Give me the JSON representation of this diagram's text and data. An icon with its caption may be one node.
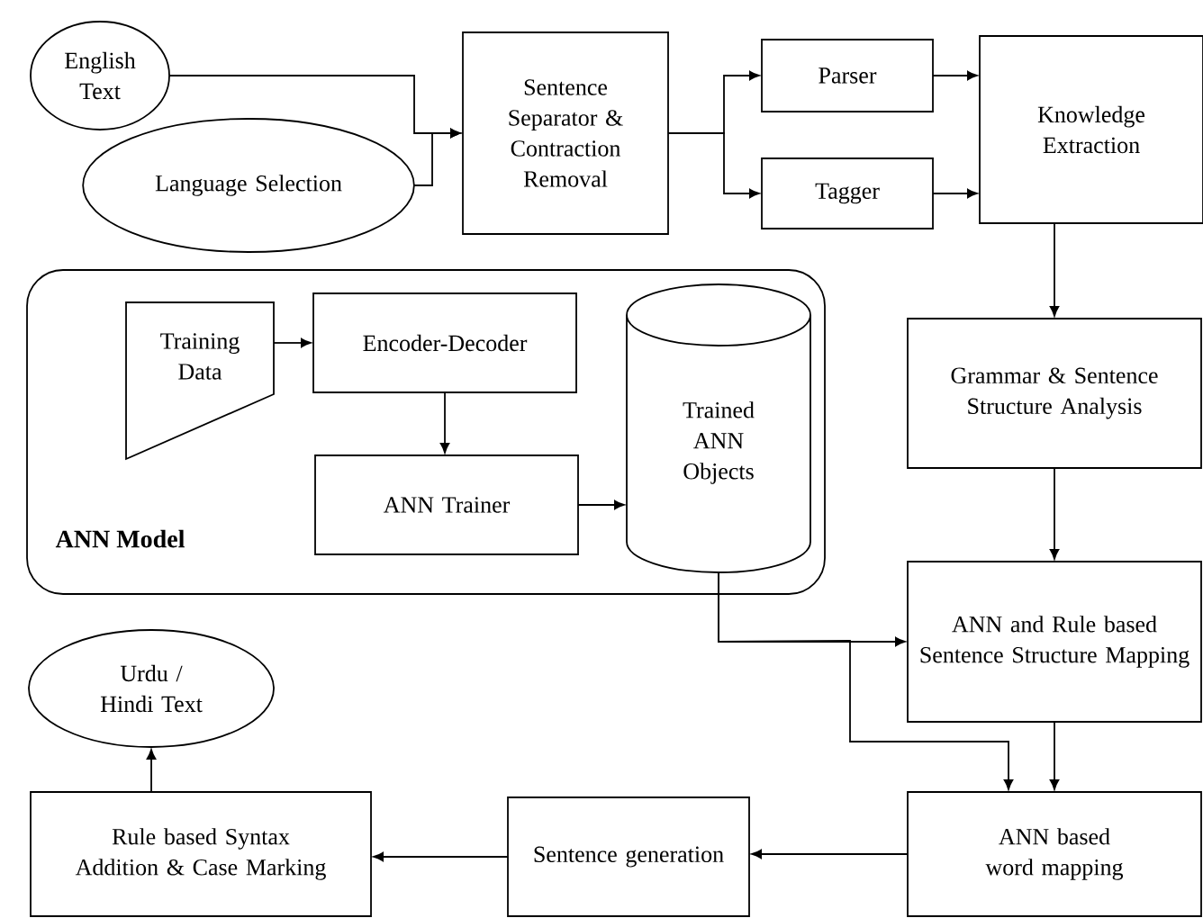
{
  "diagram": {
    "nodes": [
      {
        "text": [
          "English Text"
        ]
      },
      {
        "text": [
          "Language Selection"
        ]
      },
      {
        "text": [
          "Sentence Separator & Contraction Removal"
        ]
      },
      {
        "text": [
          "Parser"
        ]
      },
      {
        "text": [
          "Tagger"
        ]
      },
      {
        "text": [
          "Knowledge Extraction"
        ]
      },
      {
        "text": [
          "ANN Model"
        ]
      },
      {
        "text": [
          "Training Data"
        ],
        "in": 6
      },
      {
        "text": [
          "Encoder-Decoder"
        ],
        "in": 6
      },
      {
        "text": [
          "ANN Trainer"
        ],
        "in": 6
      },
      {
        "text": [
          "Trained ANN Objects"
        ],
        "in": 6
      },
      {
        "text": [
          "Grammar & Sentence Structure Analysis"
        ]
      },
      {
        "text": [
          "ANN and Rule based Sentence Structure Mapping"
        ]
      },
      {
        "text": [
          "ANN based word mapping"
        ]
      },
      {
        "text": [
          "Sentence generation"
        ]
      },
      {
        "text": [
          "Rule based Syntax Addition & Case Marking"
        ]
      },
      {
        "text": [
          "Urdu / Hindi Text"
        ]
      }
    ],
    "edges": [
      {
        "from": 0,
        "to": 2,
        "arrow": "to"
      },
      {
        "from": 1,
        "to": 2,
        "arrow": "to"
      },
      {
        "from": 2,
        "to": 3,
        "arrow": "to"
      },
      {
        "from": 2,
        "to": 4,
        "arrow": "to"
      },
      {
        "from": 3,
        "to": 5,
        "arrow": "to"
      },
      {
        "from": 4,
        "to": 5,
        "arrow": "to"
      },
      {
        "from": 5,
        "to": 11,
        "arrow": "to"
      },
      {
        "from": 7,
        "to": 8,
        "arrow": "to"
      },
      {
        "from": 8,
        "to": 9,
        "arrow": "to"
      },
      {
        "from": 9,
        "to": 10,
        "arrow": "to"
      },
      {
        "from": 11,
        "to": 12,
        "arrow": "to"
      },
      {
        "from": 10,
        "to": 12,
        "arrow": "to"
      },
      {
        "from": 10,
        "to": 13,
        "arrow": "to"
      },
      {
        "from": 12,
        "to": 13,
        "arrow": "to"
      },
      {
        "from": 13,
        "to": 14,
        "arrow": "to"
      },
      {
        "from": 14,
        "to": 15,
        "arrow": "to"
      },
      {
        "from": 15,
        "to": 16,
        "arrow": "to"
      }
    ]
  }
}
